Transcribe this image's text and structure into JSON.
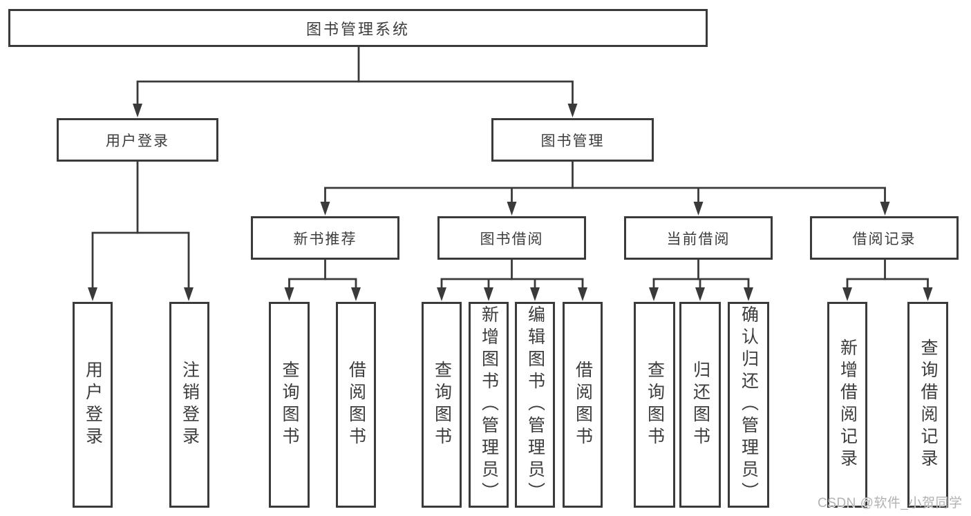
{
  "nodes": {
    "root": {
      "label": "图书管理系统"
    },
    "user_login": {
      "label": "用户登录",
      "parent": "root"
    },
    "book_mgmt": {
      "label": "图书管理",
      "parent": "root"
    },
    "login": {
      "label": "用户登录",
      "parent": "user_login"
    },
    "logout": {
      "label": "注销登录",
      "parent": "user_login"
    },
    "new_books": {
      "label": "新书推荐",
      "parent": "book_mgmt"
    },
    "borrow_mgmt": {
      "label": "图书借阅",
      "parent": "book_mgmt"
    },
    "current_borrow": {
      "label": "当前借阅",
      "parent": "book_mgmt"
    },
    "borrow_records": {
      "label": "借阅记录",
      "parent": "book_mgmt"
    },
    "nb_query": {
      "label": "查询图书",
      "parent": "new_books"
    },
    "nb_borrow": {
      "label": "借阅图书",
      "parent": "new_books"
    },
    "bm_query": {
      "label": "查询图书",
      "parent": "borrow_mgmt"
    },
    "bm_add": {
      "label": "新增图书（管理员）",
      "parent": "borrow_mgmt"
    },
    "bm_edit": {
      "label": "编辑图书（管理员）",
      "parent": "borrow_mgmt"
    },
    "bm_borrow": {
      "label": "借阅图书",
      "parent": "borrow_mgmt"
    },
    "cb_query": {
      "label": "查询图书",
      "parent": "current_borrow"
    },
    "cb_return": {
      "label": "归还图书",
      "parent": "current_borrow"
    },
    "cb_confirm": {
      "label": "确认归还（管理员）",
      "parent": "current_borrow"
    },
    "br_add": {
      "label": "新增借阅记录",
      "parent": "borrow_records"
    },
    "br_query": {
      "label": "查询借阅记录",
      "parent": "borrow_records"
    }
  },
  "watermark": "CSDN @软件_小贺同学",
  "colors": {
    "line": "#3a3a3a",
    "text": "#3c3c3c",
    "watermark": "#b2b2b2",
    "background": "#ffffff"
  }
}
